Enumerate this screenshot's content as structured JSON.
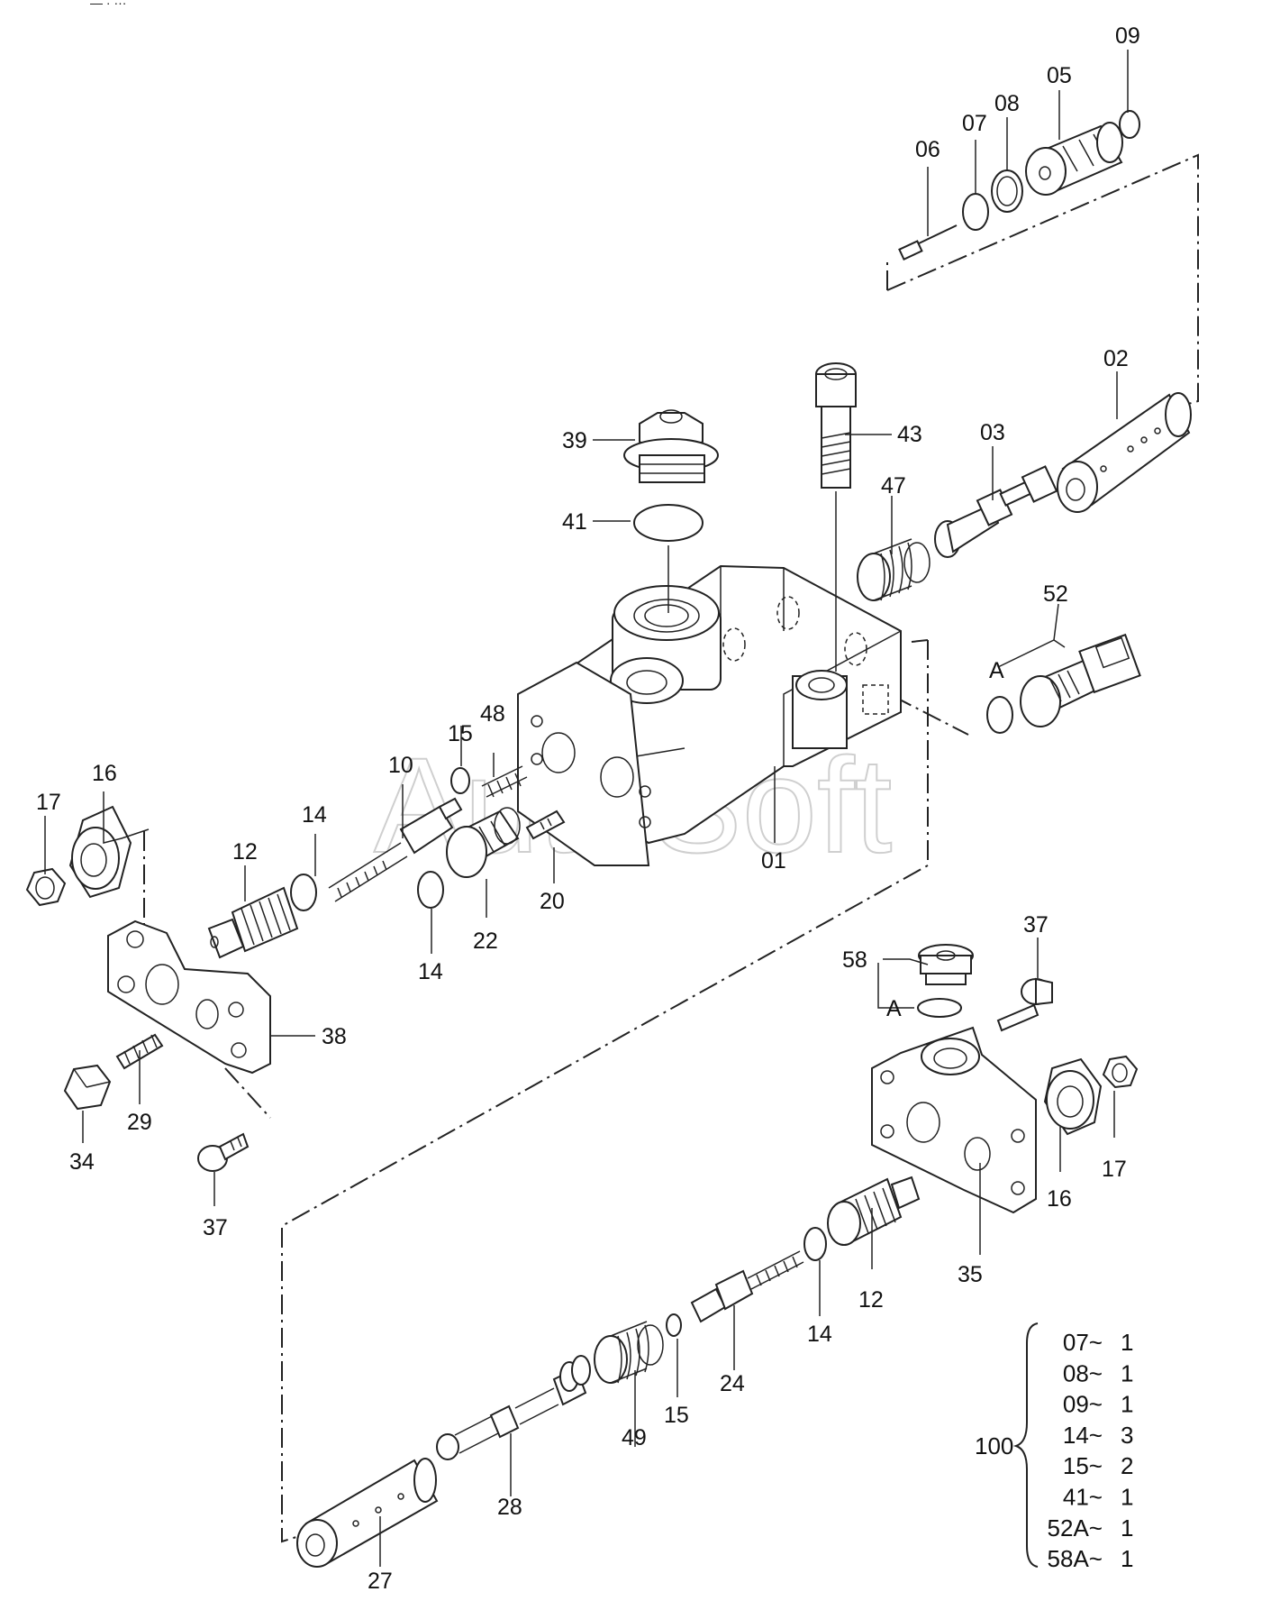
{
  "header_mark": "—  ·  ···",
  "watermark": "AutoSoft",
  "callouts": {
    "p01": "01",
    "p02": "02",
    "p03": "03",
    "p05": "05",
    "p06": "06",
    "p07": "07",
    "p08": "08",
    "p09": "09",
    "p10": "10",
    "p12a": "12",
    "p12b": "12",
    "p14a": "14",
    "p14b": "14",
    "p14c": "14",
    "p15a": "15",
    "p15b": "15",
    "p16a": "16",
    "p16b": "16",
    "p17a": "17",
    "p17b": "17",
    "p20": "20",
    "p22": "22",
    "p24": "24",
    "p27": "27",
    "p28": "28",
    "p29": "29",
    "p34": "34",
    "p35": "35",
    "p37a": "37",
    "p37b": "37",
    "p38": "38",
    "p39": "39",
    "p41": "41",
    "p43": "43",
    "p47": "47",
    "p48": "48",
    "p49": "49",
    "p52": "52",
    "p58": "58",
    "a1": "A",
    "a2": "A"
  },
  "kit": {
    "label": "100",
    "items": [
      {
        "part": "07~",
        "qty": "1"
      },
      {
        "part": "08~",
        "qty": "1"
      },
      {
        "part": "09~",
        "qty": "1"
      },
      {
        "part": "14~",
        "qty": "3"
      },
      {
        "part": "15~",
        "qty": "2"
      },
      {
        "part": "41~",
        "qty": "1"
      },
      {
        "part": "52A~",
        "qty": "1"
      },
      {
        "part": "58A~",
        "qty": "1"
      }
    ]
  }
}
